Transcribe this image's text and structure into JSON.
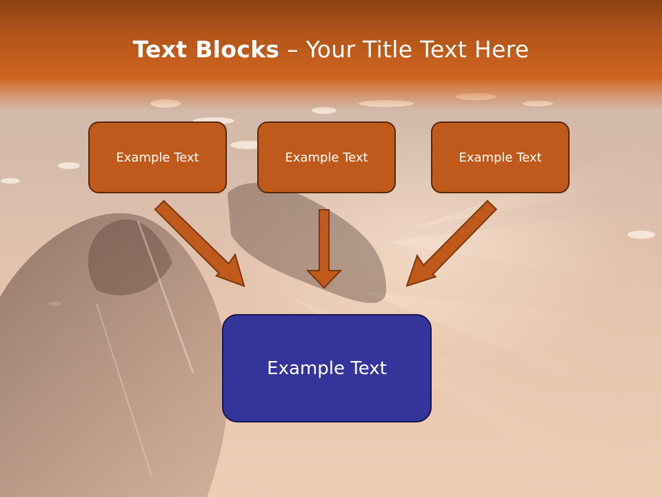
{
  "title": {
    "bold": "Text Blocks",
    "dash": " – ",
    "rest": "Your Title Text Here"
  },
  "blocks": [
    {
      "label": "Example Text"
    },
    {
      "label": "Example Text"
    },
    {
      "label": "Example Text"
    }
  ],
  "result": {
    "label": "Example Text"
  },
  "colors": {
    "title_band": "#cf6420",
    "top_box_fill": "#c0591c",
    "top_box_border": "#5a2708",
    "result_box_fill": "#35349a",
    "result_box_border": "#161650",
    "arrow_fill": "#c0591c",
    "arrow_border": "#7a3810"
  }
}
